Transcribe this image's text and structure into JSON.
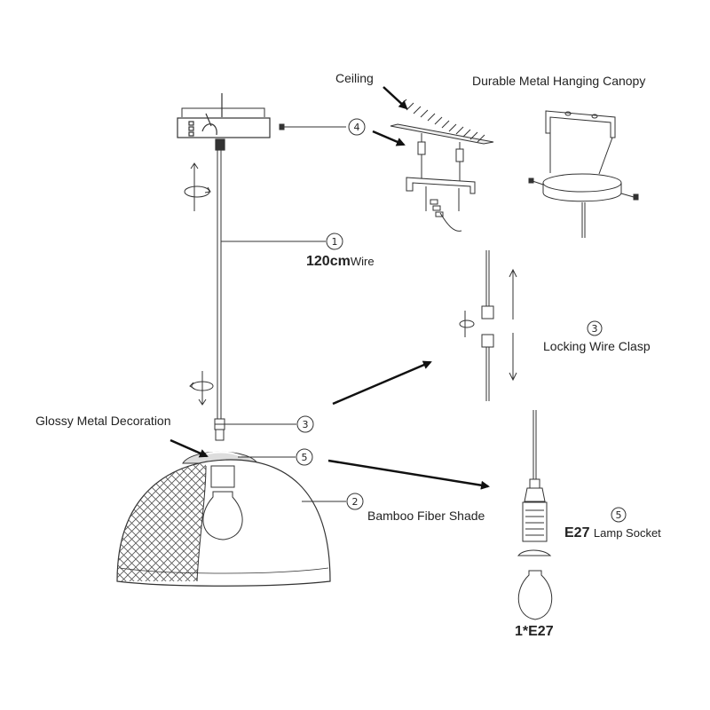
{
  "labels": {
    "ceiling": "Ceiling",
    "canopy": "Durable Metal Hanging Canopy",
    "wire_length": "120cm",
    "wire": "Wire",
    "clasp": "Locking Wire Clasp",
    "decoration": "Glossy Metal Decoration",
    "shade": "Bamboo Fiber Shade",
    "socket_type": "E27",
    "socket": "Lamp Socket",
    "bulb": "1*E27"
  },
  "callouts": {
    "wire": "1",
    "shade": "2",
    "clasp_main": "3",
    "clasp_detail": "3",
    "canopy_screw": "4",
    "decoration": "5",
    "socket": "5"
  },
  "colors": {
    "line": "#333333",
    "shade_mesh": "#555555"
  }
}
